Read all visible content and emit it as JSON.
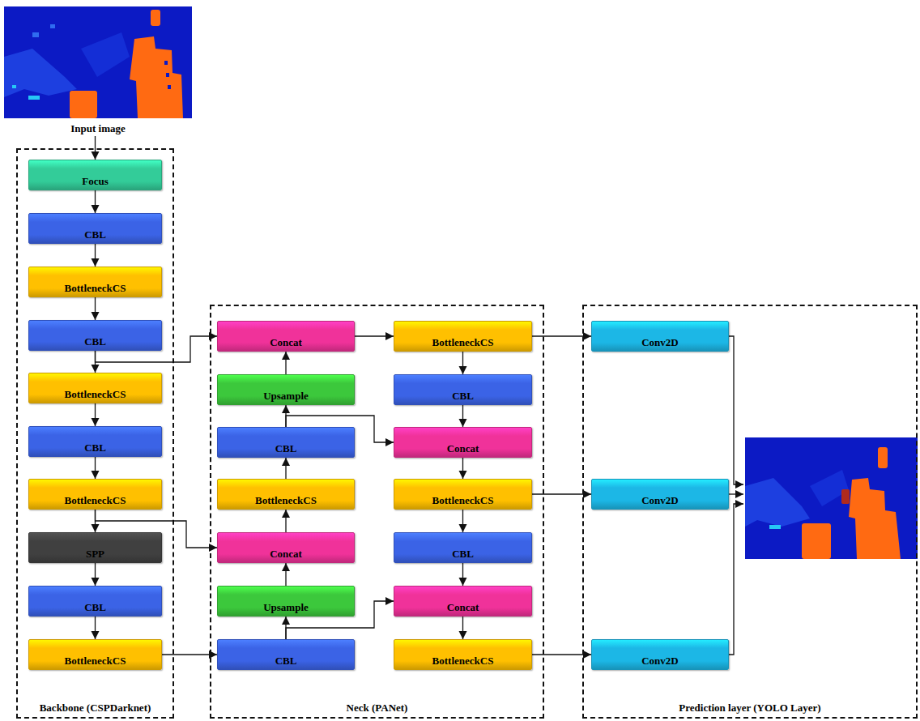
{
  "diagram": {
    "nodes": [
      {
        "text": [
          "Input image"
        ]
      },
      {
        "text": [
          "Backbone (CSPDarknet)"
        ]
      },
      {
        "text": [
          "Focus"
        ],
        "in": 1
      },
      {
        "text": [
          "CBL"
        ],
        "in": 1
      },
      {
        "text": [
          "BottleneckCS"
        ],
        "in": 1
      },
      {
        "text": [
          "CBL"
        ],
        "in": 1
      },
      {
        "text": [
          "BottleneckCS"
        ],
        "in": 1
      },
      {
        "text": [
          "CBL"
        ],
        "in": 1
      },
      {
        "text": [
          "BottleneckCS"
        ],
        "in": 1
      },
      {
        "text": [
          "SPP"
        ],
        "in": 1
      },
      {
        "text": [
          "CBL"
        ],
        "in": 1
      },
      {
        "text": [
          "BottleneckCS"
        ],
        "in": 1
      },
      {
        "text": [
          "Neck (PANet)"
        ]
      },
      {
        "text": [
          "Concat"
        ],
        "in": 12
      },
      {
        "text": [
          "Upsample"
        ],
        "in": 12
      },
      {
        "text": [
          "CBL"
        ],
        "in": 12
      },
      {
        "text": [
          "BottleneckCS"
        ],
        "in": 12
      },
      {
        "text": [
          "Concat"
        ],
        "in": 12
      },
      {
        "text": [
          "Upsample"
        ],
        "in": 12
      },
      {
        "text": [
          "CBL"
        ],
        "in": 12
      },
      {
        "text": [
          "BottleneckCS"
        ],
        "in": 12
      },
      {
        "text": [
          "CBL"
        ],
        "in": 12
      },
      {
        "text": [
          "Concat"
        ],
        "in": 12
      },
      {
        "text": [
          "BottleneckCS"
        ],
        "in": 12
      },
      {
        "text": [
          "CBL"
        ],
        "in": 12
      },
      {
        "text": [
          "Concat"
        ],
        "in": 12
      },
      {
        "text": [
          "BottleneckCS"
        ],
        "in": 12
      },
      {
        "text": [
          "Prediction layer (YOLO Layer)"
        ]
      },
      {
        "text": [
          "Conv2D"
        ],
        "in": 27
      },
      {
        "text": [
          "Conv2D"
        ],
        "in": 27
      },
      {
        "text": [
          "Conv2D"
        ],
        "in": 27
      }
    ],
    "edges": [
      {
        "from": 0,
        "to": 2,
        "arrow": "to"
      },
      {
        "from": 2,
        "to": 3,
        "arrow": "to"
      },
      {
        "from": 3,
        "to": 4,
        "arrow": "to"
      },
      {
        "from": 4,
        "to": 5,
        "arrow": "to"
      },
      {
        "from": 5,
        "to": 6,
        "arrow": "to"
      },
      {
        "from": 6,
        "to": 7,
        "arrow": "to"
      },
      {
        "from": 7,
        "to": 8,
        "arrow": "to"
      },
      {
        "from": 8,
        "to": 9,
        "arrow": "to"
      },
      {
        "from": 9,
        "to": 10,
        "arrow": "to"
      },
      {
        "from": 10,
        "to": 11,
        "arrow": "to"
      },
      {
        "from": 5,
        "to": 13,
        "arrow": "to"
      },
      {
        "from": 8,
        "to": 17,
        "arrow": "to"
      },
      {
        "from": 11,
        "to": 19,
        "arrow": "to"
      },
      {
        "from": 19,
        "to": 18,
        "arrow": "to"
      },
      {
        "from": 18,
        "to": 17,
        "arrow": "to"
      },
      {
        "from": 17,
        "to": 16,
        "arrow": "to"
      },
      {
        "from": 16,
        "to": 15,
        "arrow": "to"
      },
      {
        "from": 15,
        "to": 14,
        "arrow": "to"
      },
      {
        "from": 14,
        "to": 13,
        "arrow": "to"
      },
      {
        "from": 19,
        "to": 25,
        "arrow": "to"
      },
      {
        "from": 15,
        "to": 22,
        "arrow": "to"
      },
      {
        "from": 13,
        "to": 20,
        "arrow": "to"
      },
      {
        "from": 20,
        "to": 21,
        "arrow": "to"
      },
      {
        "from": 21,
        "to": 22,
        "arrow": "to"
      },
      {
        "from": 22,
        "to": 23,
        "arrow": "to"
      },
      {
        "from": 23,
        "to": 24,
        "arrow": "to"
      },
      {
        "from": 24,
        "to": 25,
        "arrow": "to"
      },
      {
        "from": 25,
        "to": 26,
        "arrow": "to"
      },
      {
        "from": 20,
        "to": 28,
        "arrow": "to"
      },
      {
        "from": 23,
        "to": 29,
        "arrow": "to"
      },
      {
        "from": 26,
        "to": 30,
        "arrow": "to"
      }
    ]
  }
}
